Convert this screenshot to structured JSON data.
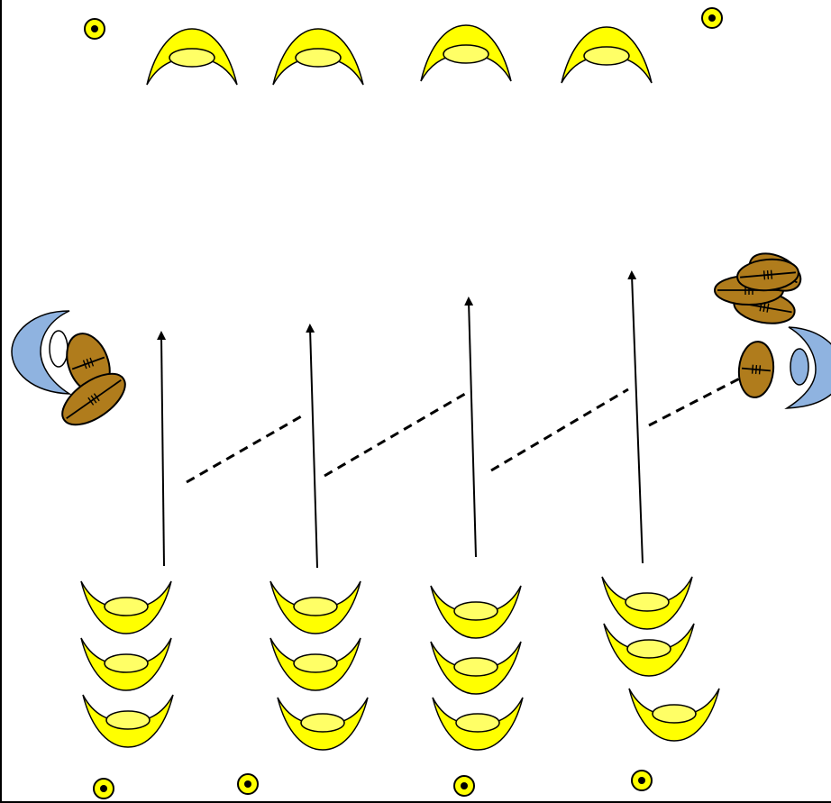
{
  "diagram": {
    "kind": "rugby-drill",
    "colors": {
      "attacker_fill": "#ffff00",
      "attacker_inner": "#ffff66",
      "outline": "#000000",
      "defender_fill": "#8fb3e0",
      "ball_fill": "#b07c1c",
      "cone_fill": "#ffff00"
    },
    "icons": {
      "cone": "cone-marker-icon",
      "attacker": "attacking-player-icon",
      "defender": "defending-player-icon",
      "ball": "rugby-ball-icon",
      "run_line": "run-arrow",
      "pass_line": "pass-line"
    },
    "counts": {
      "cones": 6,
      "front_players": 4,
      "queue_players": 12,
      "feeders": 2,
      "balls": 6,
      "run_lines": 4,
      "pass_lines": 4
    }
  }
}
